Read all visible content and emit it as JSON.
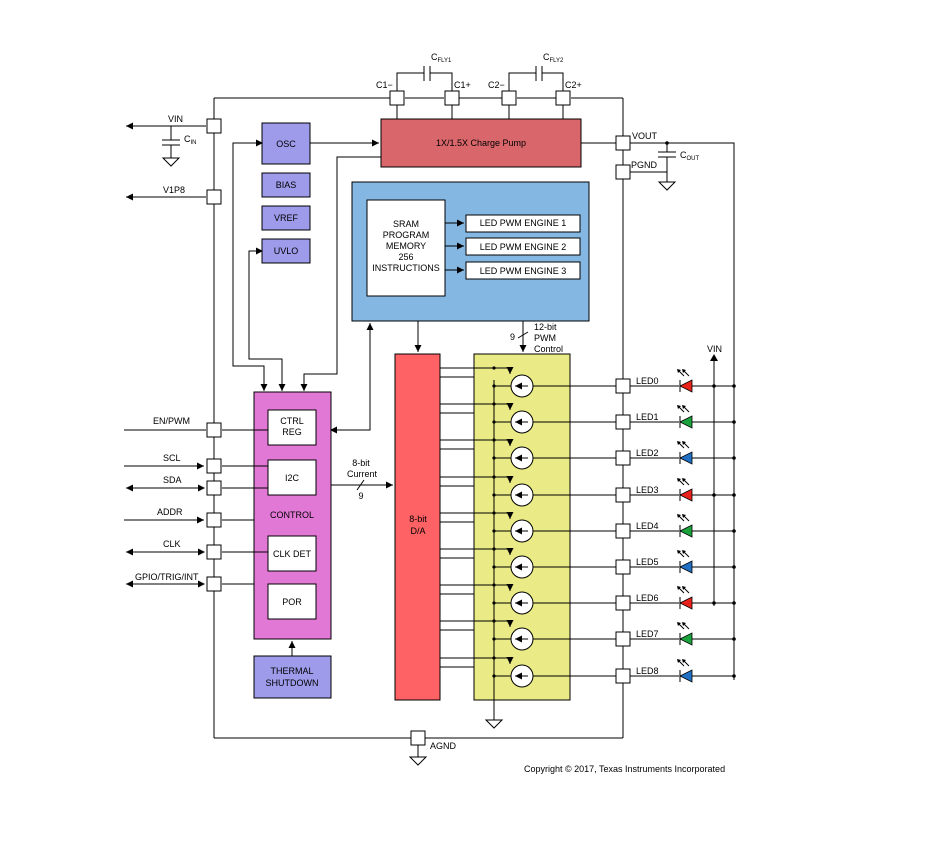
{
  "blocks": {
    "osc": "OSC",
    "bias": "BIAS",
    "vref": "VREF",
    "uvlo": "UVLO",
    "charge_pump": "1X/1.5X Charge Pump",
    "sram_line1": "SRAM",
    "sram_line2": "PROGRAM",
    "sram_line3": "MEMORY",
    "sram_line4": "256",
    "sram_line5": "INSTRUCTIONS",
    "engines": [
      "LED PWM ENGINE 1",
      "LED PWM ENGINE 2",
      "LED PWM ENGINE 3"
    ],
    "ctrl_reg_line1": "CTRL",
    "ctrl_reg_line2": "REG",
    "i2c": "I2C",
    "control": "CONTROL",
    "clk_det": "CLK DET",
    "por": "POR",
    "thermal_line1": "THERMAL",
    "thermal_line2": "SHUTDOWN",
    "da_line1": "8-bit",
    "da_line2": "D/A"
  },
  "labels": {
    "pwm_bus_width": "9",
    "pwm_line1": "12-bit",
    "pwm_line2": "PWM",
    "pwm_line3": "Control",
    "current_line1": "8-bit",
    "current_line2": "Current",
    "current_bus_width": "9"
  },
  "pins": {
    "vin": "VIN",
    "cin_main": "C",
    "cin_sub": "IN",
    "v1p8": "V1P8",
    "en_pwm": "EN/PWM",
    "scl": "SCL",
    "sda": "SDA",
    "addr": "ADDR",
    "clk": "CLK",
    "gpio": "GPIO/TRIG/INT",
    "c1m": "C1−",
    "c1p": "C1+",
    "c2m": "C2−",
    "c2p": "C2+",
    "cfly1_main": "C",
    "cfly1_sub": "FLY1",
    "cfly2_main": "C",
    "cfly2_sub": "FLY2",
    "vout": "VOUT",
    "pgnd": "PGND",
    "cout_main": "C",
    "cout_sub": "OUT",
    "vin_right": "VIN",
    "agnd": "AGND"
  },
  "leds": [
    {
      "label": "LED0",
      "color": "#e8221b"
    },
    {
      "label": "LED1",
      "color": "#1aa33c"
    },
    {
      "label": "LED2",
      "color": "#1f6fc4"
    },
    {
      "label": "LED3",
      "color": "#e8221b"
    },
    {
      "label": "LED4",
      "color": "#1aa33c"
    },
    {
      "label": "LED5",
      "color": "#1f6fc4"
    },
    {
      "label": "LED6",
      "color": "#e8221b"
    },
    {
      "label": "LED7",
      "color": "#1aa33c"
    },
    {
      "label": "LED8",
      "color": "#1f6fc4"
    }
  ],
  "copyright": "Copyright © 2017, Texas Instruments Incorporated",
  "colors": {
    "charge_pump": "#d9666a",
    "sram_region": "#84b8e3",
    "osc_group": "#9d9bea",
    "control": "#e278d6",
    "da": "#fe6264",
    "current_sinks": "#eaea86"
  }
}
